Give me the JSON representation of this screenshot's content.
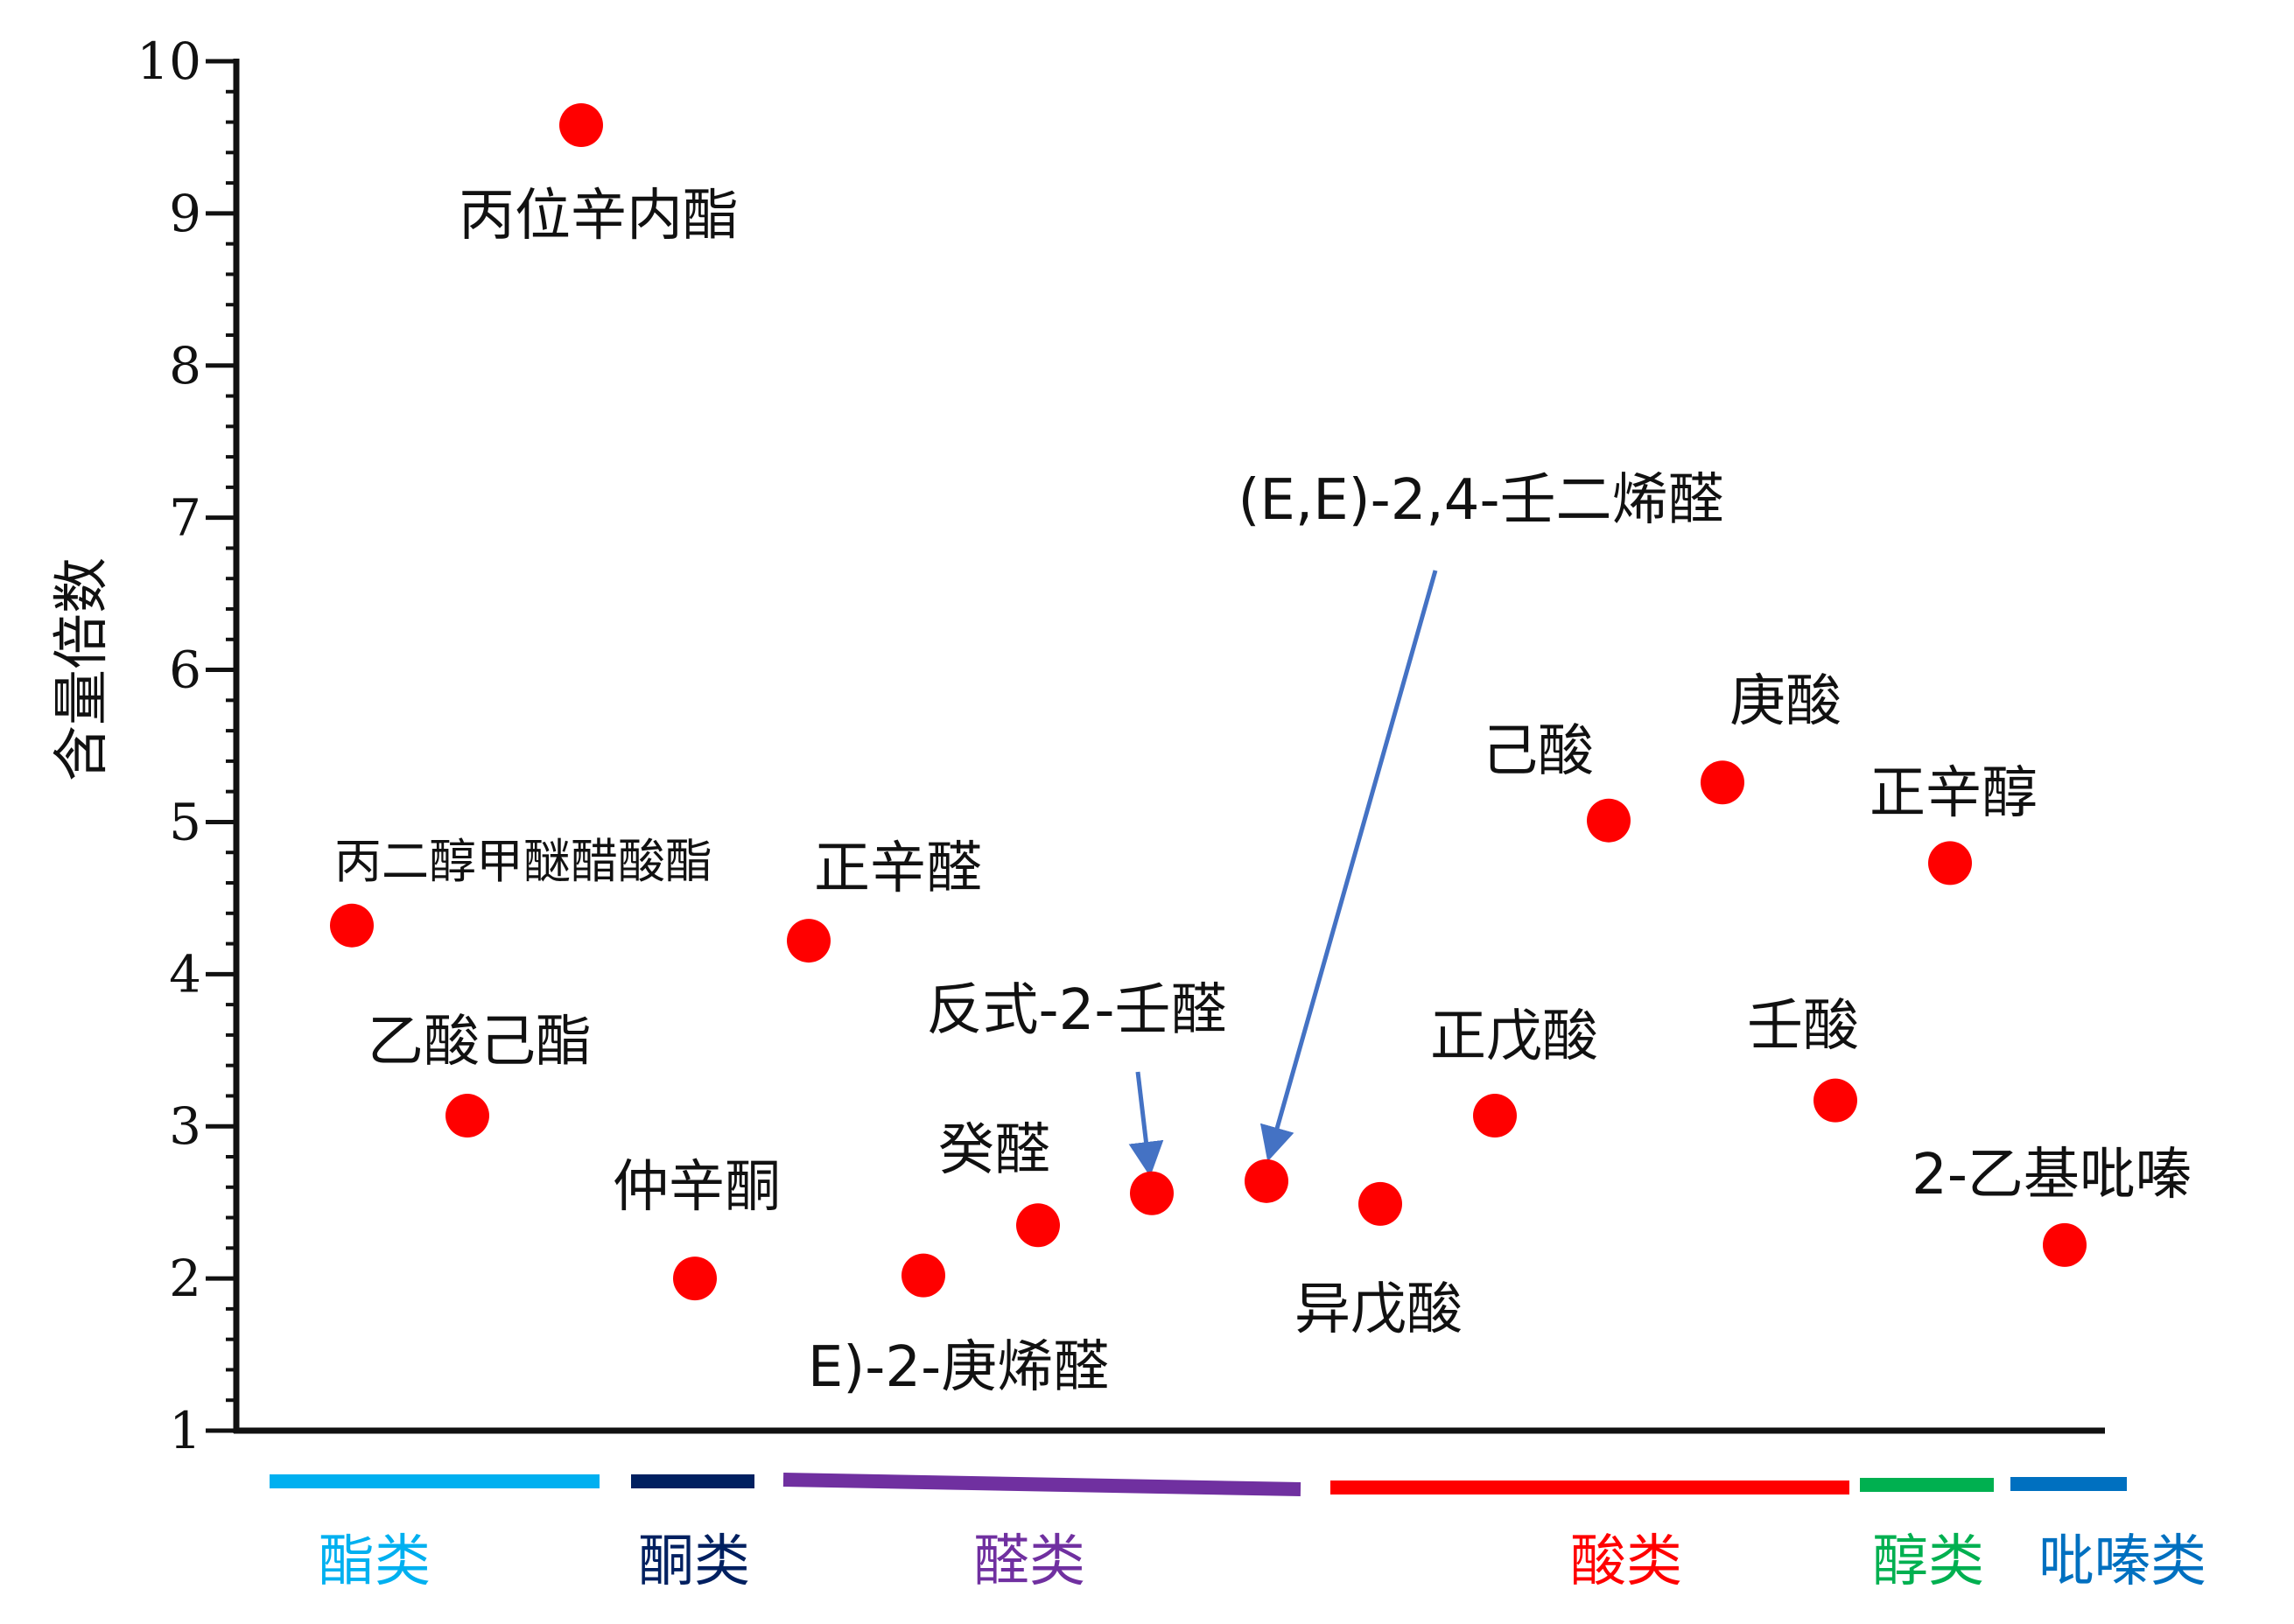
{
  "colors": {
    "point": "#ff0000",
    "arrow": "#4472c4",
    "axis": "#111111"
  },
  "chart_data": {
    "type": "scatter",
    "title": "",
    "xlabel": "",
    "ylabel": "含量倍数",
    "ylim": [
      1,
      10
    ],
    "yticks": [
      "1",
      "2",
      "3",
      "4",
      "5",
      "6",
      "7",
      "8",
      "9",
      "10"
    ],
    "grid": false,
    "points": [
      {
        "label": "丙位辛内酯",
        "y": 9.58,
        "category": "酯类"
      },
      {
        "label": "丙二醇甲醚醋酸酯",
        "y": 4.32,
        "category": "酯类"
      },
      {
        "label": "乙酸己酯",
        "y": 3.07,
        "category": "酯类"
      },
      {
        "label": "仲辛酮",
        "y": 2.0,
        "category": "酮类"
      },
      {
        "label": "正辛醛",
        "y": 4.22,
        "category": "醛类"
      },
      {
        "label": "E)-2-庚烯醛",
        "y": 2.02,
        "category": "醛类"
      },
      {
        "label": "癸醛",
        "y": 2.35,
        "category": "醛类"
      },
      {
        "label": "反式-2-壬醛",
        "y": 2.56,
        "category": "醛类"
      },
      {
        "label": "(E,E)-2,4-壬二烯醛",
        "y": 2.64,
        "category": "醛类"
      },
      {
        "label": "异戊酸",
        "y": 2.49,
        "category": "酸类"
      },
      {
        "label": "正戊酸",
        "y": 3.07,
        "category": "酸类"
      },
      {
        "label": "己酸",
        "y": 5.01,
        "category": "酸类"
      },
      {
        "label": "庚酸",
        "y": 5.26,
        "category": "酸类"
      },
      {
        "label": "壬酸",
        "y": 3.17,
        "category": "酸类"
      },
      {
        "label": "正辛醇",
        "y": 4.73,
        "category": "醇类"
      },
      {
        "label": "2-乙基吡嗪",
        "y": 2.22,
        "category": "吡嗪类"
      }
    ],
    "categories": [
      {
        "name": "酯类",
        "color": "#00b0f0"
      },
      {
        "name": "酮类",
        "color": "#002060"
      },
      {
        "name": "醛类",
        "color": "#7030a0"
      },
      {
        "name": "酸类",
        "color": "#ff0000"
      },
      {
        "name": "醇类",
        "color": "#00b050"
      },
      {
        "name": "吡嗪类",
        "color": "#0070c0"
      }
    ]
  }
}
